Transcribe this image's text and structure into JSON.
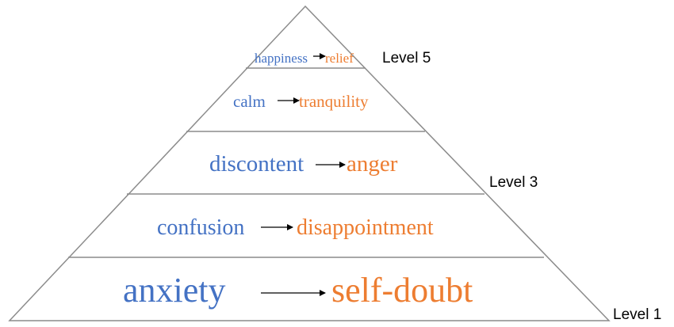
{
  "colors": {
    "blue": "#4472C4",
    "orange": "#ED7D31",
    "outline": "#8C8C8C",
    "arrow": "#000000",
    "level_text": "#000000"
  },
  "tiers": [
    {
      "from": "happiness",
      "to": "relief"
    },
    {
      "from": "calm",
      "to": "tranquility"
    },
    {
      "from": "discontent",
      "to": "anger"
    },
    {
      "from": "confusion",
      "to": "disappointment"
    },
    {
      "from": "anxiety",
      "to": "self-doubt"
    }
  ],
  "level_labels": {
    "top": "Level 5",
    "middle": "Level 3",
    "bottom": "Level 1"
  }
}
